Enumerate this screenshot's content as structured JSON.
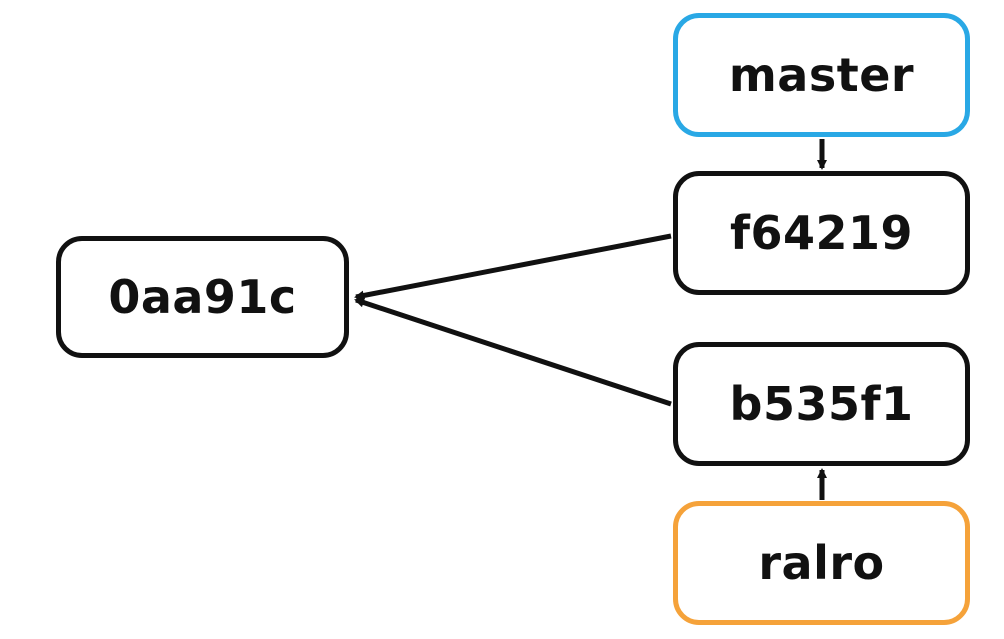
{
  "diagram": {
    "commits": [
      {
        "id": "0aa91c",
        "label": "0aa91c"
      },
      {
        "id": "f64219",
        "label": "f64219"
      },
      {
        "id": "b535f1",
        "label": "b535f1"
      }
    ],
    "branches": [
      {
        "id": "master",
        "label": "master",
        "color": "#29a8e5",
        "points_to": "f64219"
      },
      {
        "id": "ralro",
        "label": "ralro",
        "color": "#f5a23a",
        "points_to": "b535f1"
      }
    ],
    "edges": [
      {
        "from": "f64219",
        "to": "0aa91c"
      },
      {
        "from": "b535f1",
        "to": "0aa91c"
      },
      {
        "from": "master",
        "to": "f64219"
      },
      {
        "from": "ralro",
        "to": "b535f1"
      }
    ]
  }
}
